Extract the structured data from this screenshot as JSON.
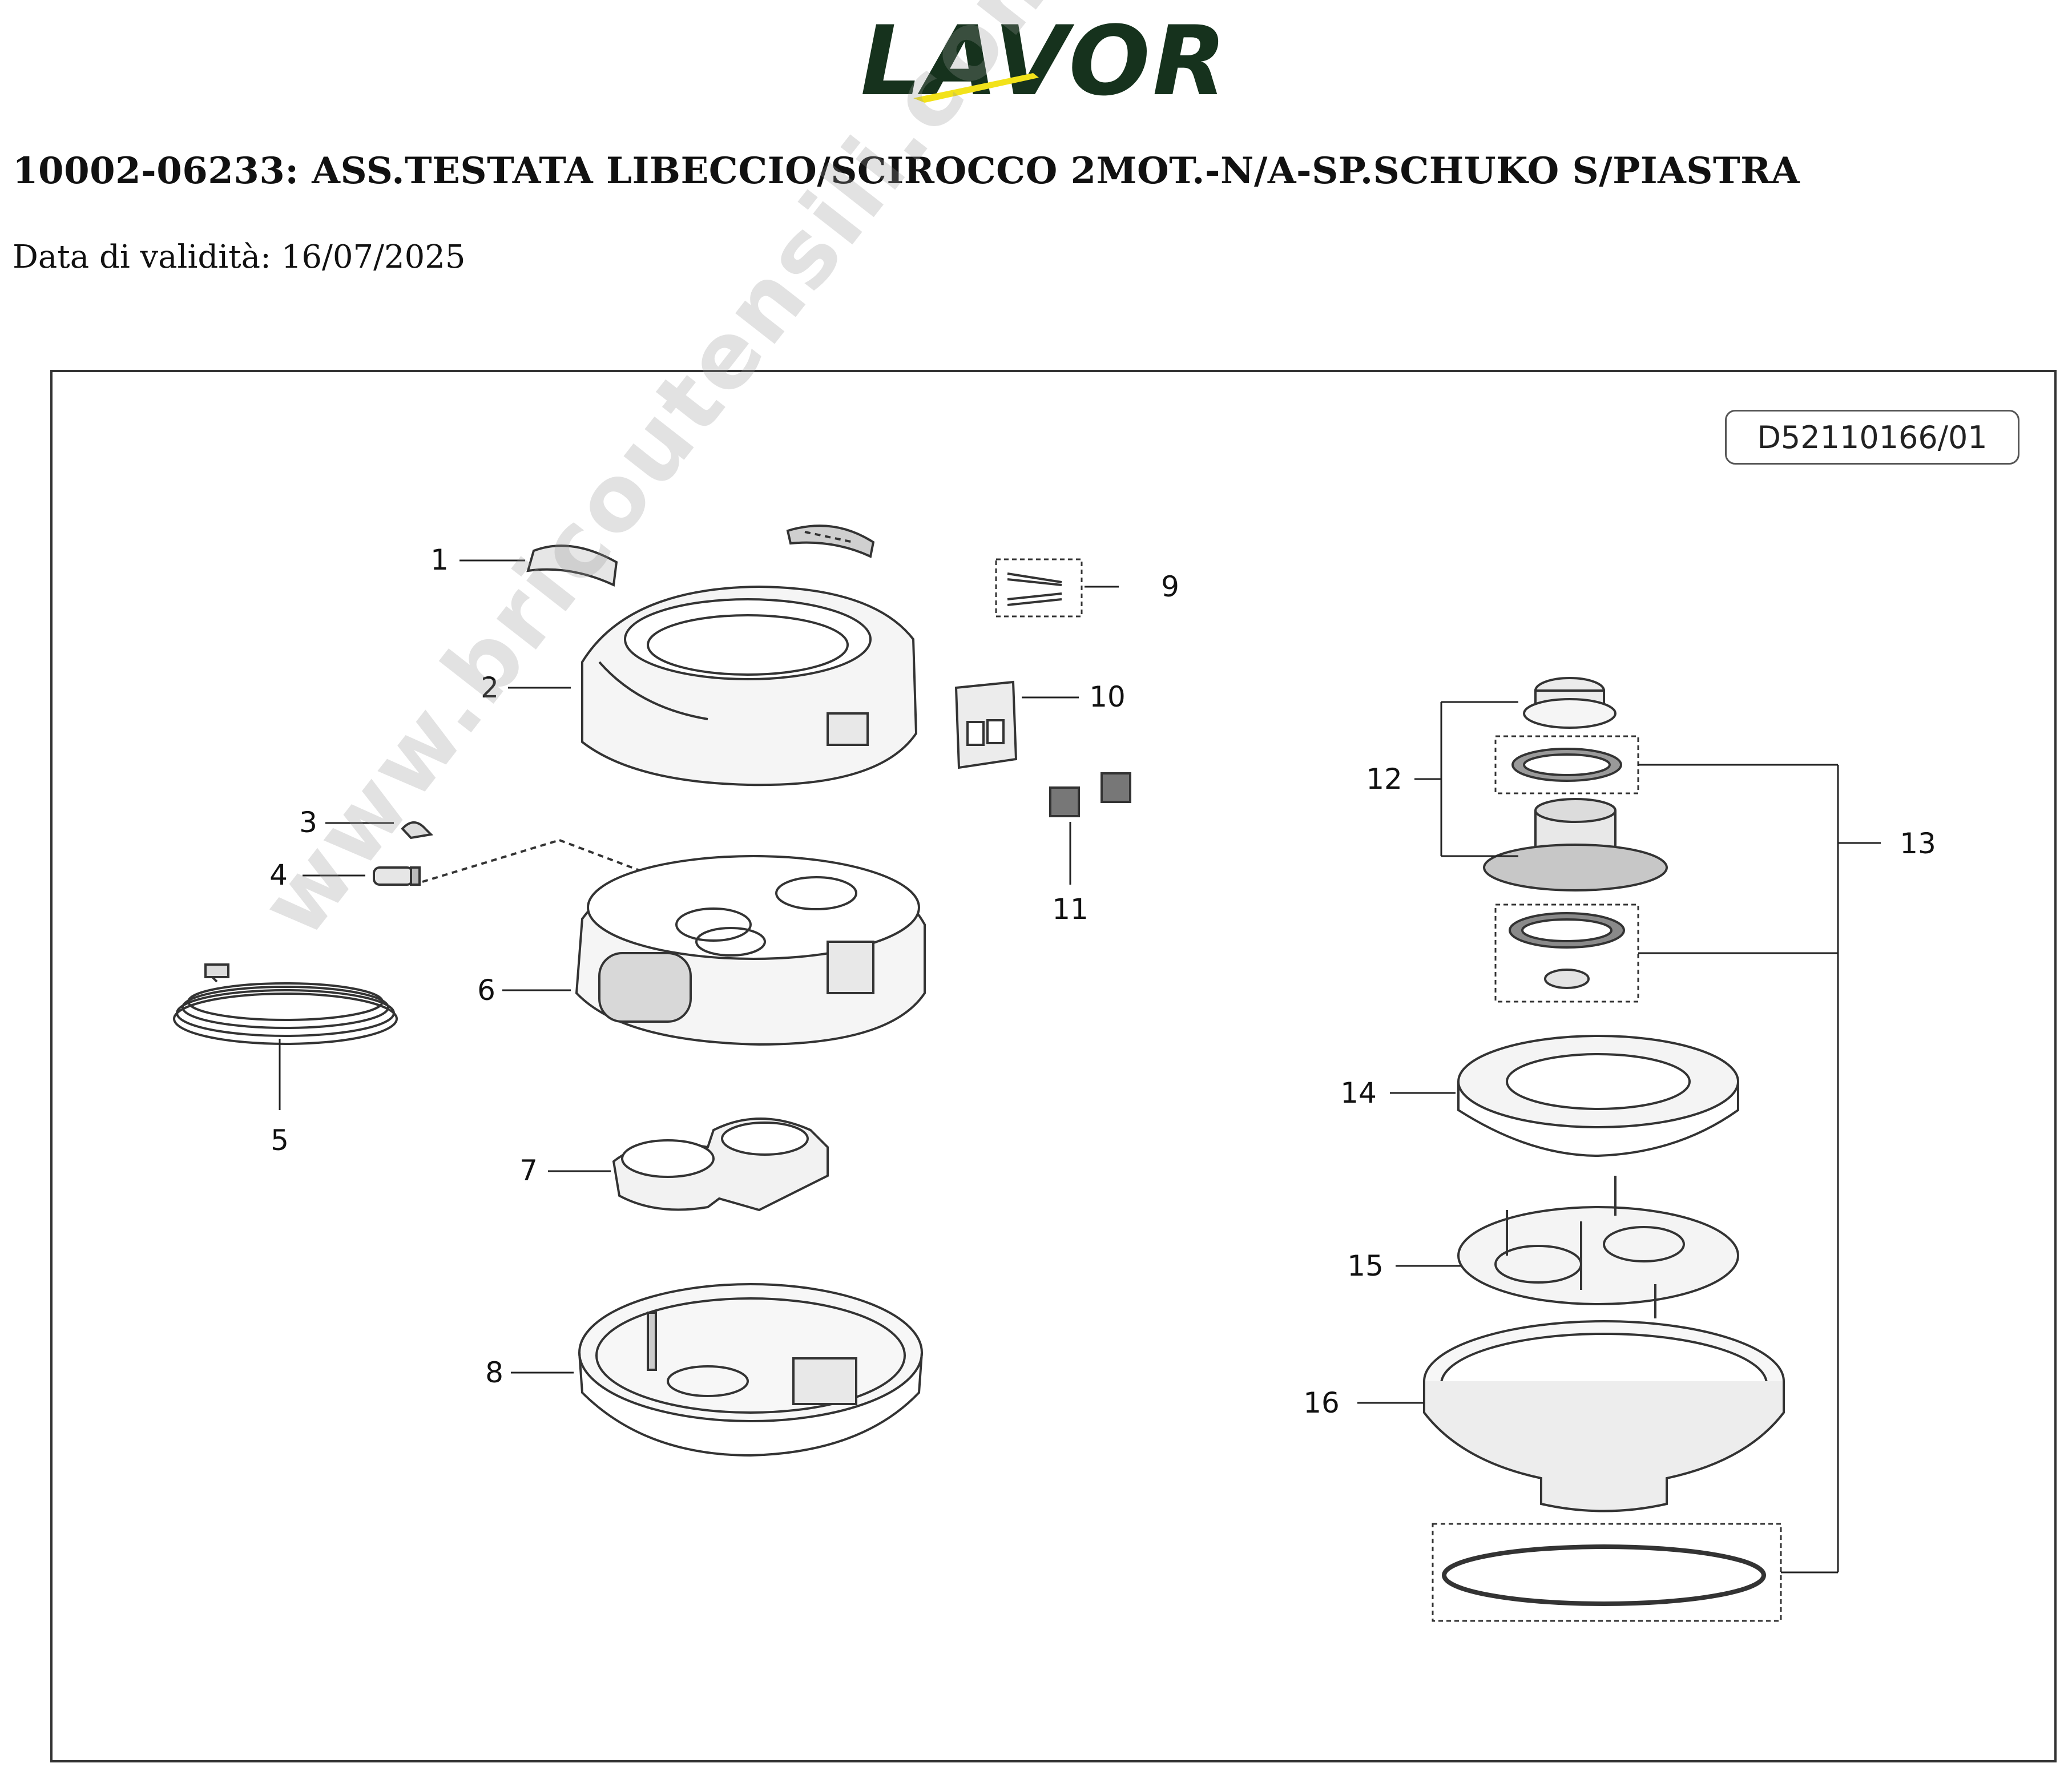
{
  "header": {
    "brand": "LAVOR",
    "title": "10002-06233: ASS.TESTATA LIBECCIO/SCIROCCO 2MOT.-N/A-SP.SCHUKO S/PIASTRA",
    "validity_label": "Data di validità:",
    "validity_date": "16/07/2025"
  },
  "diagram": {
    "drawing_code": "D52110166/01",
    "watermark": "www.bricoutensili.com",
    "callouts": [
      "1",
      "2",
      "3",
      "4",
      "5",
      "6",
      "7",
      "8",
      "9",
      "10",
      "11",
      "12",
      "13",
      "14",
      "15",
      "16"
    ]
  },
  "colors": {
    "brand_green": "#16321d",
    "brand_accent": "#f2e21a",
    "line": "#333333"
  }
}
